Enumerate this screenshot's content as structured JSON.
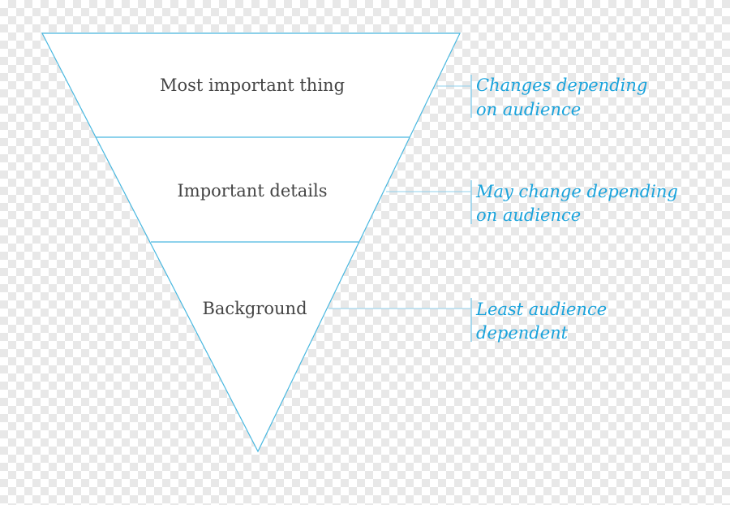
{
  "pyramid": {
    "levels": [
      {
        "label": "Most important thing"
      },
      {
        "label": "Important details"
      },
      {
        "label": "Background"
      }
    ]
  },
  "annotations": [
    {
      "lines": [
        "Changes depending",
        "on audience"
      ]
    },
    {
      "lines": [
        "May change depending",
        "on audience"
      ]
    },
    {
      "lines": [
        "Least audience",
        "dependent"
      ]
    }
  ],
  "colors": {
    "outline": "#49b8e0",
    "annotation_text": "#1aa3dc",
    "level_text": "#444444",
    "fill": "#ffffff"
  }
}
